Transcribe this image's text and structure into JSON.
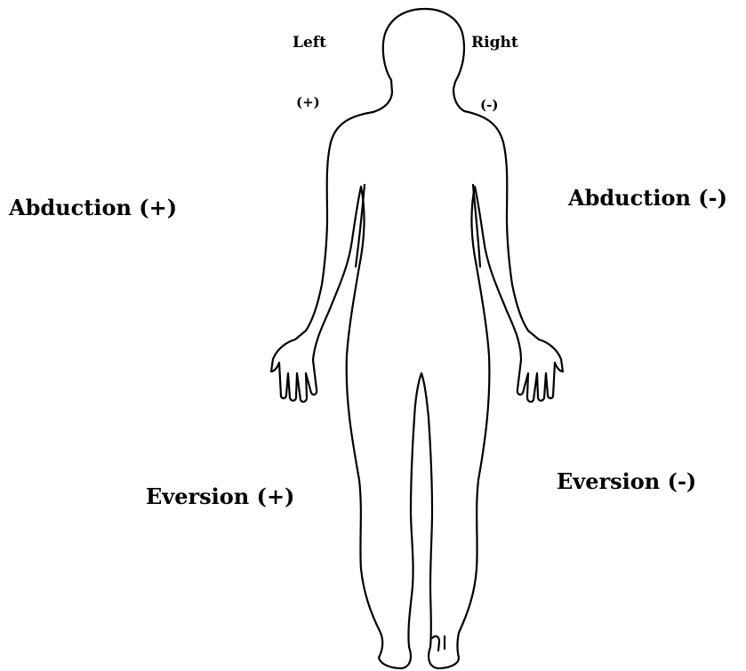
{
  "labels": {
    "side_left": "Left",
    "side_right": "Right",
    "shoulder_left_sign": "(+)",
    "shoulder_right_sign": "(-)",
    "abduction_left": "Abduction (+)",
    "abduction_right": "Abduction (-)",
    "eversion_left": "Eversion (+)",
    "eversion_right": "Eversion (-)"
  },
  "colors": {
    "outline": "#000000",
    "background": "#ffffff"
  }
}
